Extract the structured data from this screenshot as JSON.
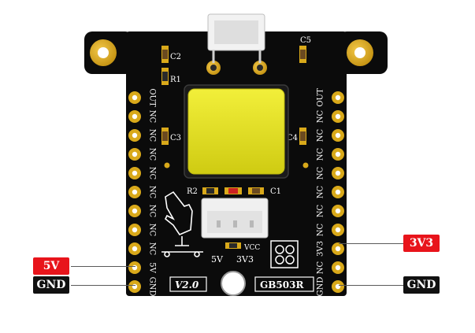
{
  "labels": {
    "left_5v": "5V",
    "left_gnd": "GND",
    "right_3v3": "3V3",
    "right_gnd": "GND"
  },
  "silkscreen": {
    "c2": "C2",
    "r1": "R1",
    "c5": "C5",
    "c3": "C3",
    "c4": "C4",
    "r2": "R2",
    "c1": "C1",
    "vcc": "VCC",
    "v5": "5V",
    "v3v3": "3V3",
    "version": "V2.0",
    "model": "GB503R",
    "left_pins": [
      "OUT",
      "NC",
      "NC",
      "NC",
      "NC",
      "NC",
      "NC",
      "NC",
      "NC",
      "5V",
      "GND"
    ],
    "right_pins": [
      "OUT",
      "NC",
      "NC",
      "NC",
      "NC",
      "NC",
      "NC",
      "NC",
      "3V3",
      "NC",
      "GND"
    ]
  },
  "colors": {
    "pcb": "#0b0b0b",
    "gold": "#d9a91a",
    "button": "#e6e21a",
    "callout_red": "#e8141b",
    "callout_black": "#111111"
  }
}
